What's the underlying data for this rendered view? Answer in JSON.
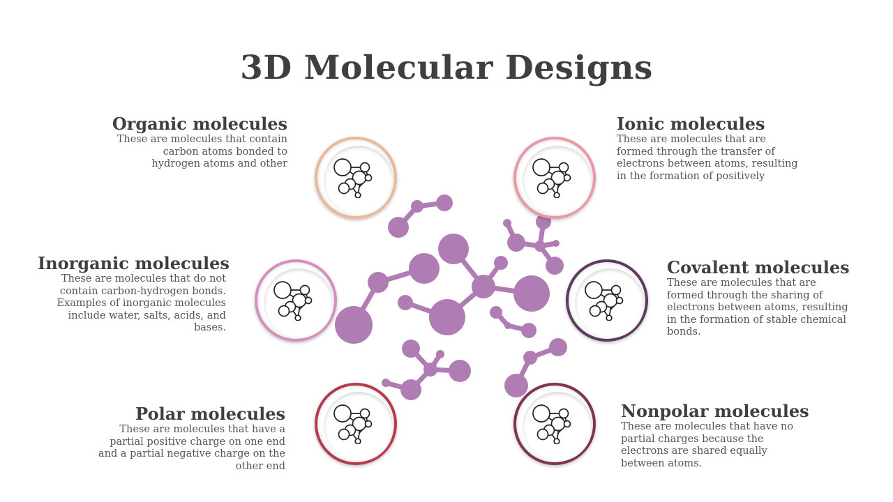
{
  "title": "3D Molecular Designs",
  "colors": {
    "molecule_fill": "#b07cb4",
    "organic_ring": "#e9b99a",
    "ionic_ring": "#e79aa6",
    "inorganic_ring": "#d58fbf",
    "covalent_ring": "#5e3a5f",
    "polar_ring": "#b73a4c",
    "nonpolar_ring": "#7c3355"
  },
  "items": [
    {
      "key": "organic",
      "heading": "Organic molecules",
      "text": "These are molecules that contain carbon atoms bonded to hydrogen atoms and other",
      "icon": "molecule-icon"
    },
    {
      "key": "ionic",
      "heading": "Ionic molecules",
      "text": "These are molecules that are formed through the transfer of electrons between atoms, resulting in the formation of positively",
      "icon": "molecule-icon"
    },
    {
      "key": "inorganic",
      "heading": "Inorganic molecules",
      "text": "These are molecules that do not contain carbon-hydrogen bonds. Examples of inorganic molecules include water, salts, acids, and bases.",
      "icon": "molecule-icon"
    },
    {
      "key": "covalent",
      "heading": "Covalent molecules",
      "text": "These are molecules that are formed through the sharing of electrons between atoms, resulting in the formation of stable chemical bonds.",
      "icon": "molecule-icon"
    },
    {
      "key": "polar",
      "heading": "Polar molecules",
      "text": "These are molecules that have a partial positive charge on one end and a partial negative charge on the other end",
      "icon": "molecule-icon"
    },
    {
      "key": "nonpolar",
      "heading": "Nonpolar molecules",
      "text": "These are molecules that have no partial charges because the electrons are shared equally between atoms.",
      "icon": "molecule-icon"
    }
  ]
}
